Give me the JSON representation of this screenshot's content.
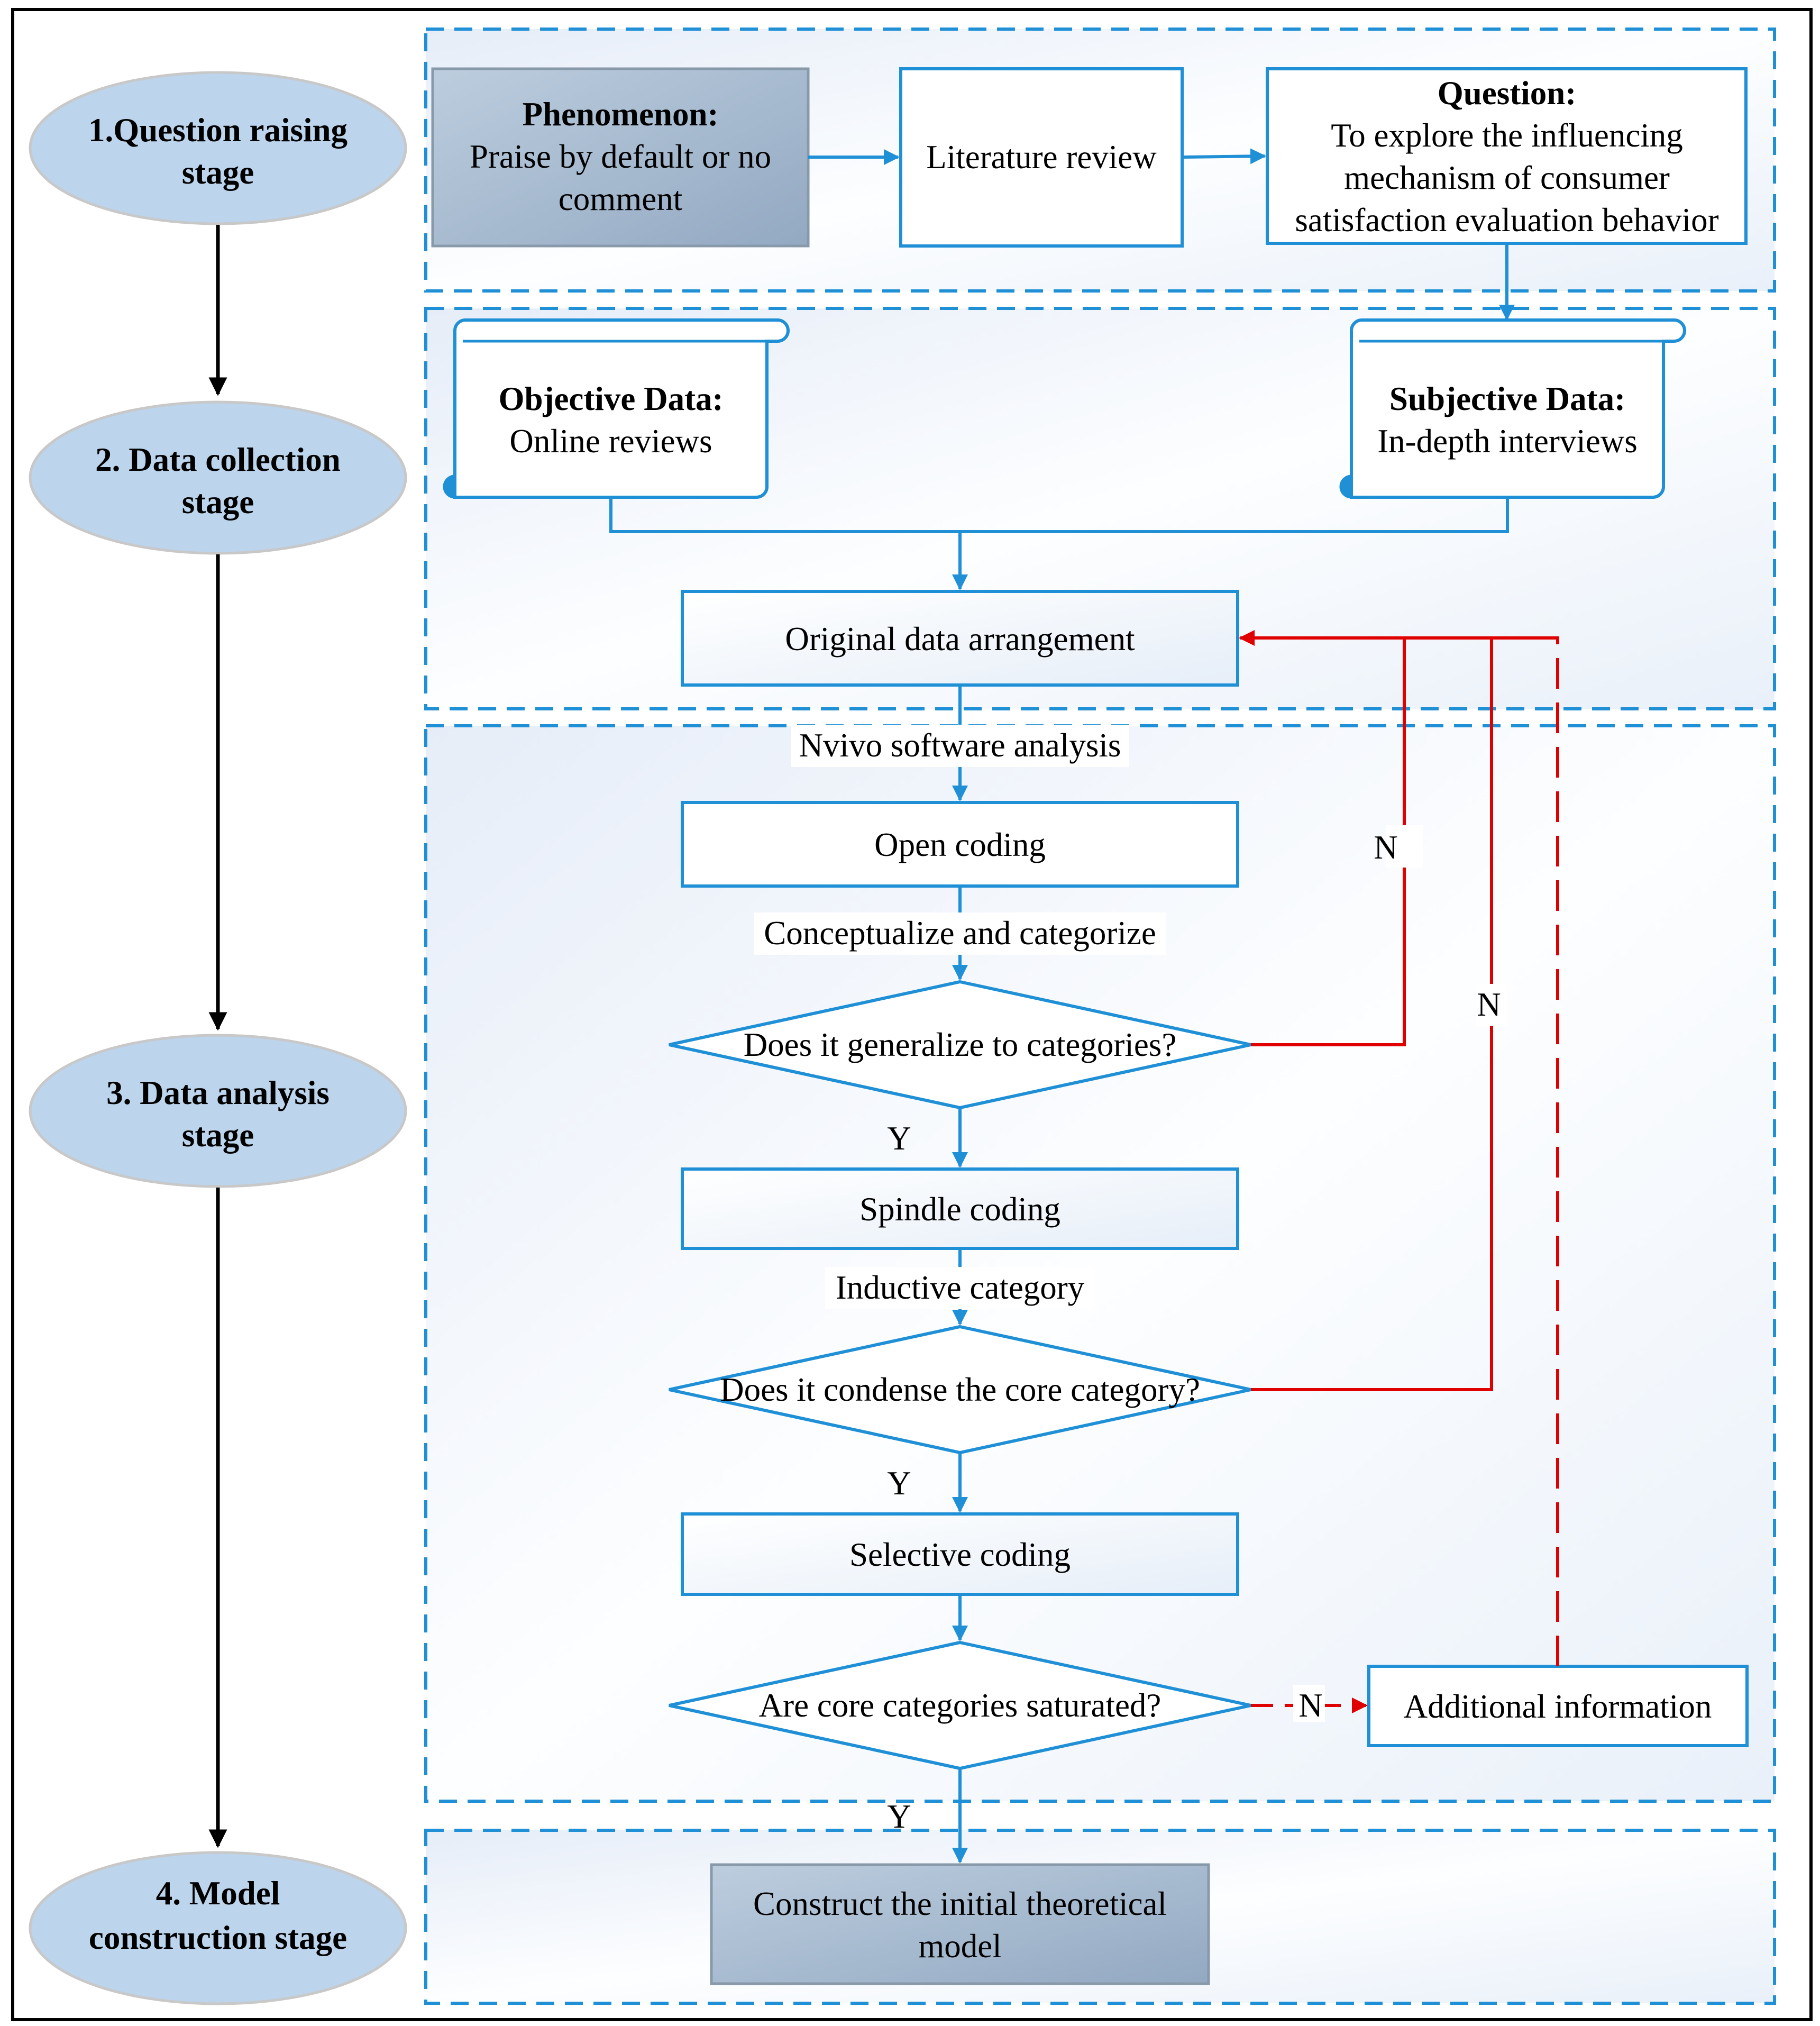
{
  "stages": [
    {
      "line1": "1.Question raising",
      "line2": "stage"
    },
    {
      "line1": "2. Data collection",
      "line2": "stage"
    },
    {
      "line1": "3. Data analysis",
      "line2": "stage"
    },
    {
      "line1": "4. Model",
      "line2": "construction stage"
    }
  ],
  "phenomenon": {
    "title": "Phenomenon:",
    "line1": "Praise by default or no",
    "line2": "comment"
  },
  "literature_review": "Literature review",
  "question": {
    "title": "Question:",
    "line1": "To explore the influencing",
    "line2": "mechanism of consumer",
    "line3": "satisfaction evaluation behavior"
  },
  "objective_data": {
    "title": "Objective Data:",
    "subtitle": "Online reviews"
  },
  "subjective_data": {
    "title": "Subjective Data:",
    "subtitle": "In-depth interviews"
  },
  "original_data": "Original data arrangement",
  "nvivo_label": "Nvivo software analysis",
  "open_coding": "Open coding",
  "conceptualize_label": "Conceptualize and categorize",
  "decision_generalize": "Does it generalize to categories?",
  "spindle_coding": "Spindle coding",
  "inductive_label": "Inductive category",
  "decision_condense": "Does it condense the core category?",
  "selective_coding": "Selective coding",
  "decision_saturated": "Are core categories saturated?",
  "additional_information": "Additional information",
  "construct_model": {
    "line1": "Construct the initial theoretical",
    "line2": "model"
  },
  "branch_labels": {
    "yes": "Y",
    "no": "N"
  },
  "colors": {
    "flow": "#1f8fd6",
    "feedback": "#e00000",
    "stage_fill": "#bcd4ec",
    "dark_box_fill": "#a3b7cf",
    "frame_border": "#1f8fd6"
  }
}
